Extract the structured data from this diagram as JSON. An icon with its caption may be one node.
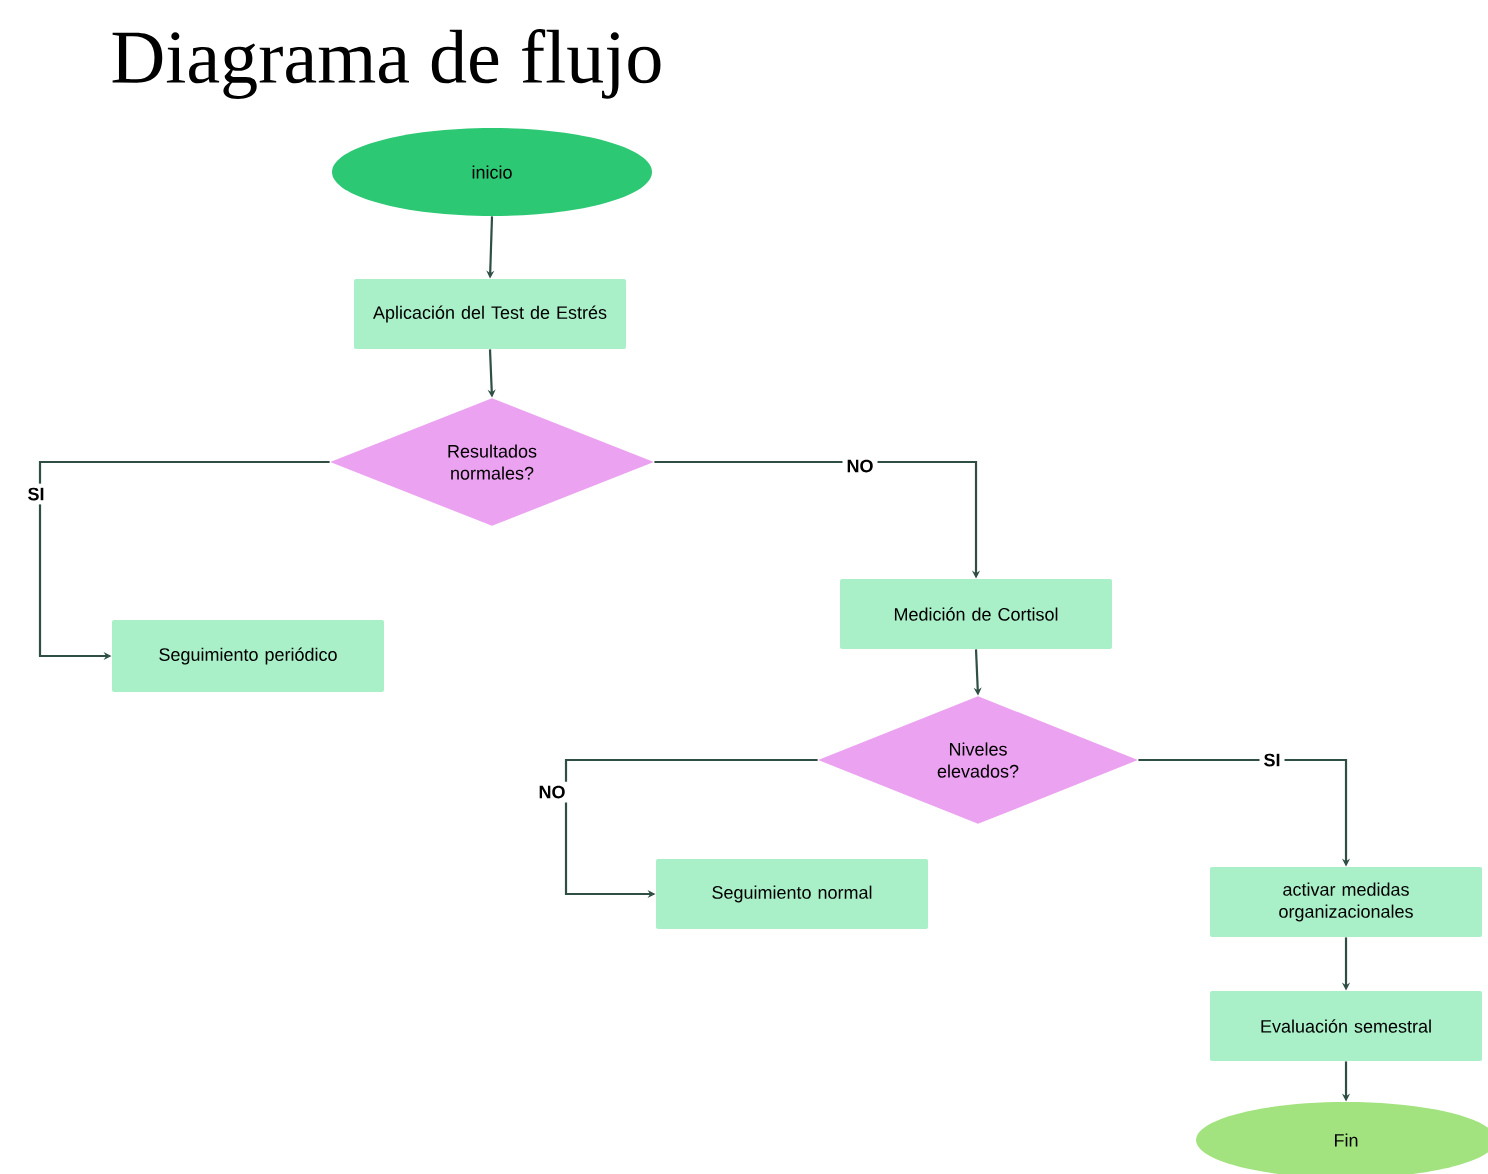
{
  "diagram": {
    "title": "Diagrama de flujo",
    "nodes": [
      {
        "text": [
          "inicio"
        ]
      },
      {
        "text": [
          "Aplicación del Test de Estrés"
        ]
      },
      {
        "text": [
          "Resultados normales?"
        ]
      },
      {
        "text": [
          "Seguimiento periódico"
        ]
      },
      {
        "text": [
          "Medición de Cortisol"
        ]
      },
      {
        "text": [
          "Niveles elevados?"
        ]
      },
      {
        "text": [
          "Seguimiento normal"
        ]
      },
      {
        "text": [
          "activar medidas organizacionales"
        ]
      },
      {
        "text": [
          "Evaluación semestral"
        ]
      },
      {
        "text": [
          "Fin"
        ]
      }
    ],
    "edges": [
      {
        "from": 0,
        "to": 1,
        "arrow": "to"
      },
      {
        "from": 1,
        "to": 2,
        "arrow": "to"
      },
      {
        "from": 2,
        "to": 3,
        "arrow": "to",
        "label": "SI"
      },
      {
        "from": 2,
        "to": 4,
        "arrow": "to",
        "label": "NO"
      },
      {
        "from": 4,
        "to": 5,
        "arrow": "to"
      },
      {
        "from": 5,
        "to": 6,
        "arrow": "to",
        "label": "NO"
      },
      {
        "from": 5,
        "to": 7,
        "arrow": "to",
        "label": "SI"
      },
      {
        "from": 7,
        "to": 8,
        "arrow": "to"
      },
      {
        "from": 8,
        "to": 9,
        "arrow": "to"
      }
    ]
  }
}
